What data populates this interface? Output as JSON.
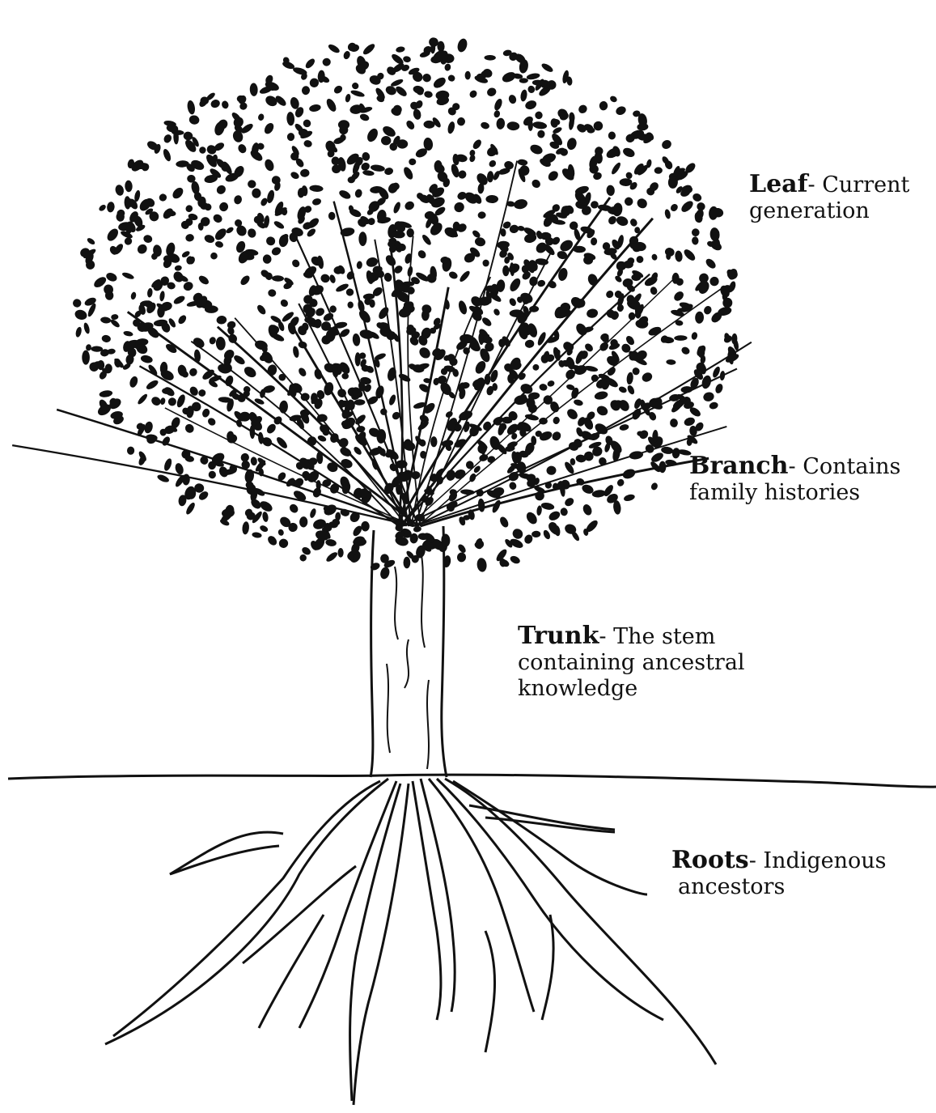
{
  "labels": {
    "leaf": {
      "term": "Leaf",
      "desc_line1": "- Current",
      "desc_line2": "generation"
    },
    "branch": {
      "term": "Branch",
      "desc_line1": "- Contains",
      "desc_line2": "family histories"
    },
    "trunk": {
      "term": "Trunk",
      "desc_line1": "- The stem",
      "desc_line2": "containing ancestral",
      "desc_line3": "knowledge"
    },
    "roots": {
      "term": "Roots",
      "desc_line1": "- Indigenous",
      "desc_line2": "ancestors"
    }
  },
  "colors": {
    "ink": "#111111",
    "background": "#ffffff"
  }
}
